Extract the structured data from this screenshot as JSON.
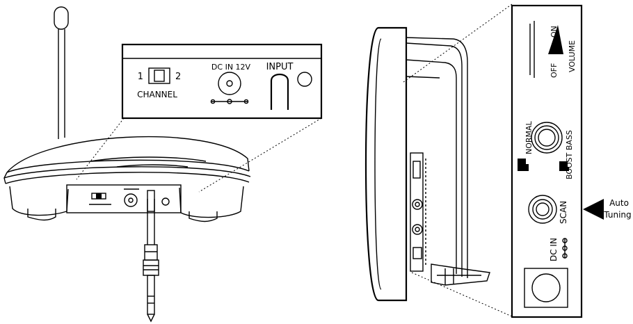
{
  "transmitter": {
    "panel_labels": {
      "ch_1": "1",
      "ch_2": "2",
      "channel": "CHANNEL",
      "dc_in": "DC IN 12V",
      "input": "INPUT"
    }
  },
  "headphone": {
    "panel_labels": {
      "volume": "VOLUME",
      "off": "OFF",
      "on": "ON",
      "normal": "NORMAL",
      "boost_bass": "BOOST BASS",
      "scan": "SCAN",
      "dc_in": "DC IN"
    },
    "callout": {
      "line1": "Auto",
      "line2": "Tuning"
    }
  }
}
